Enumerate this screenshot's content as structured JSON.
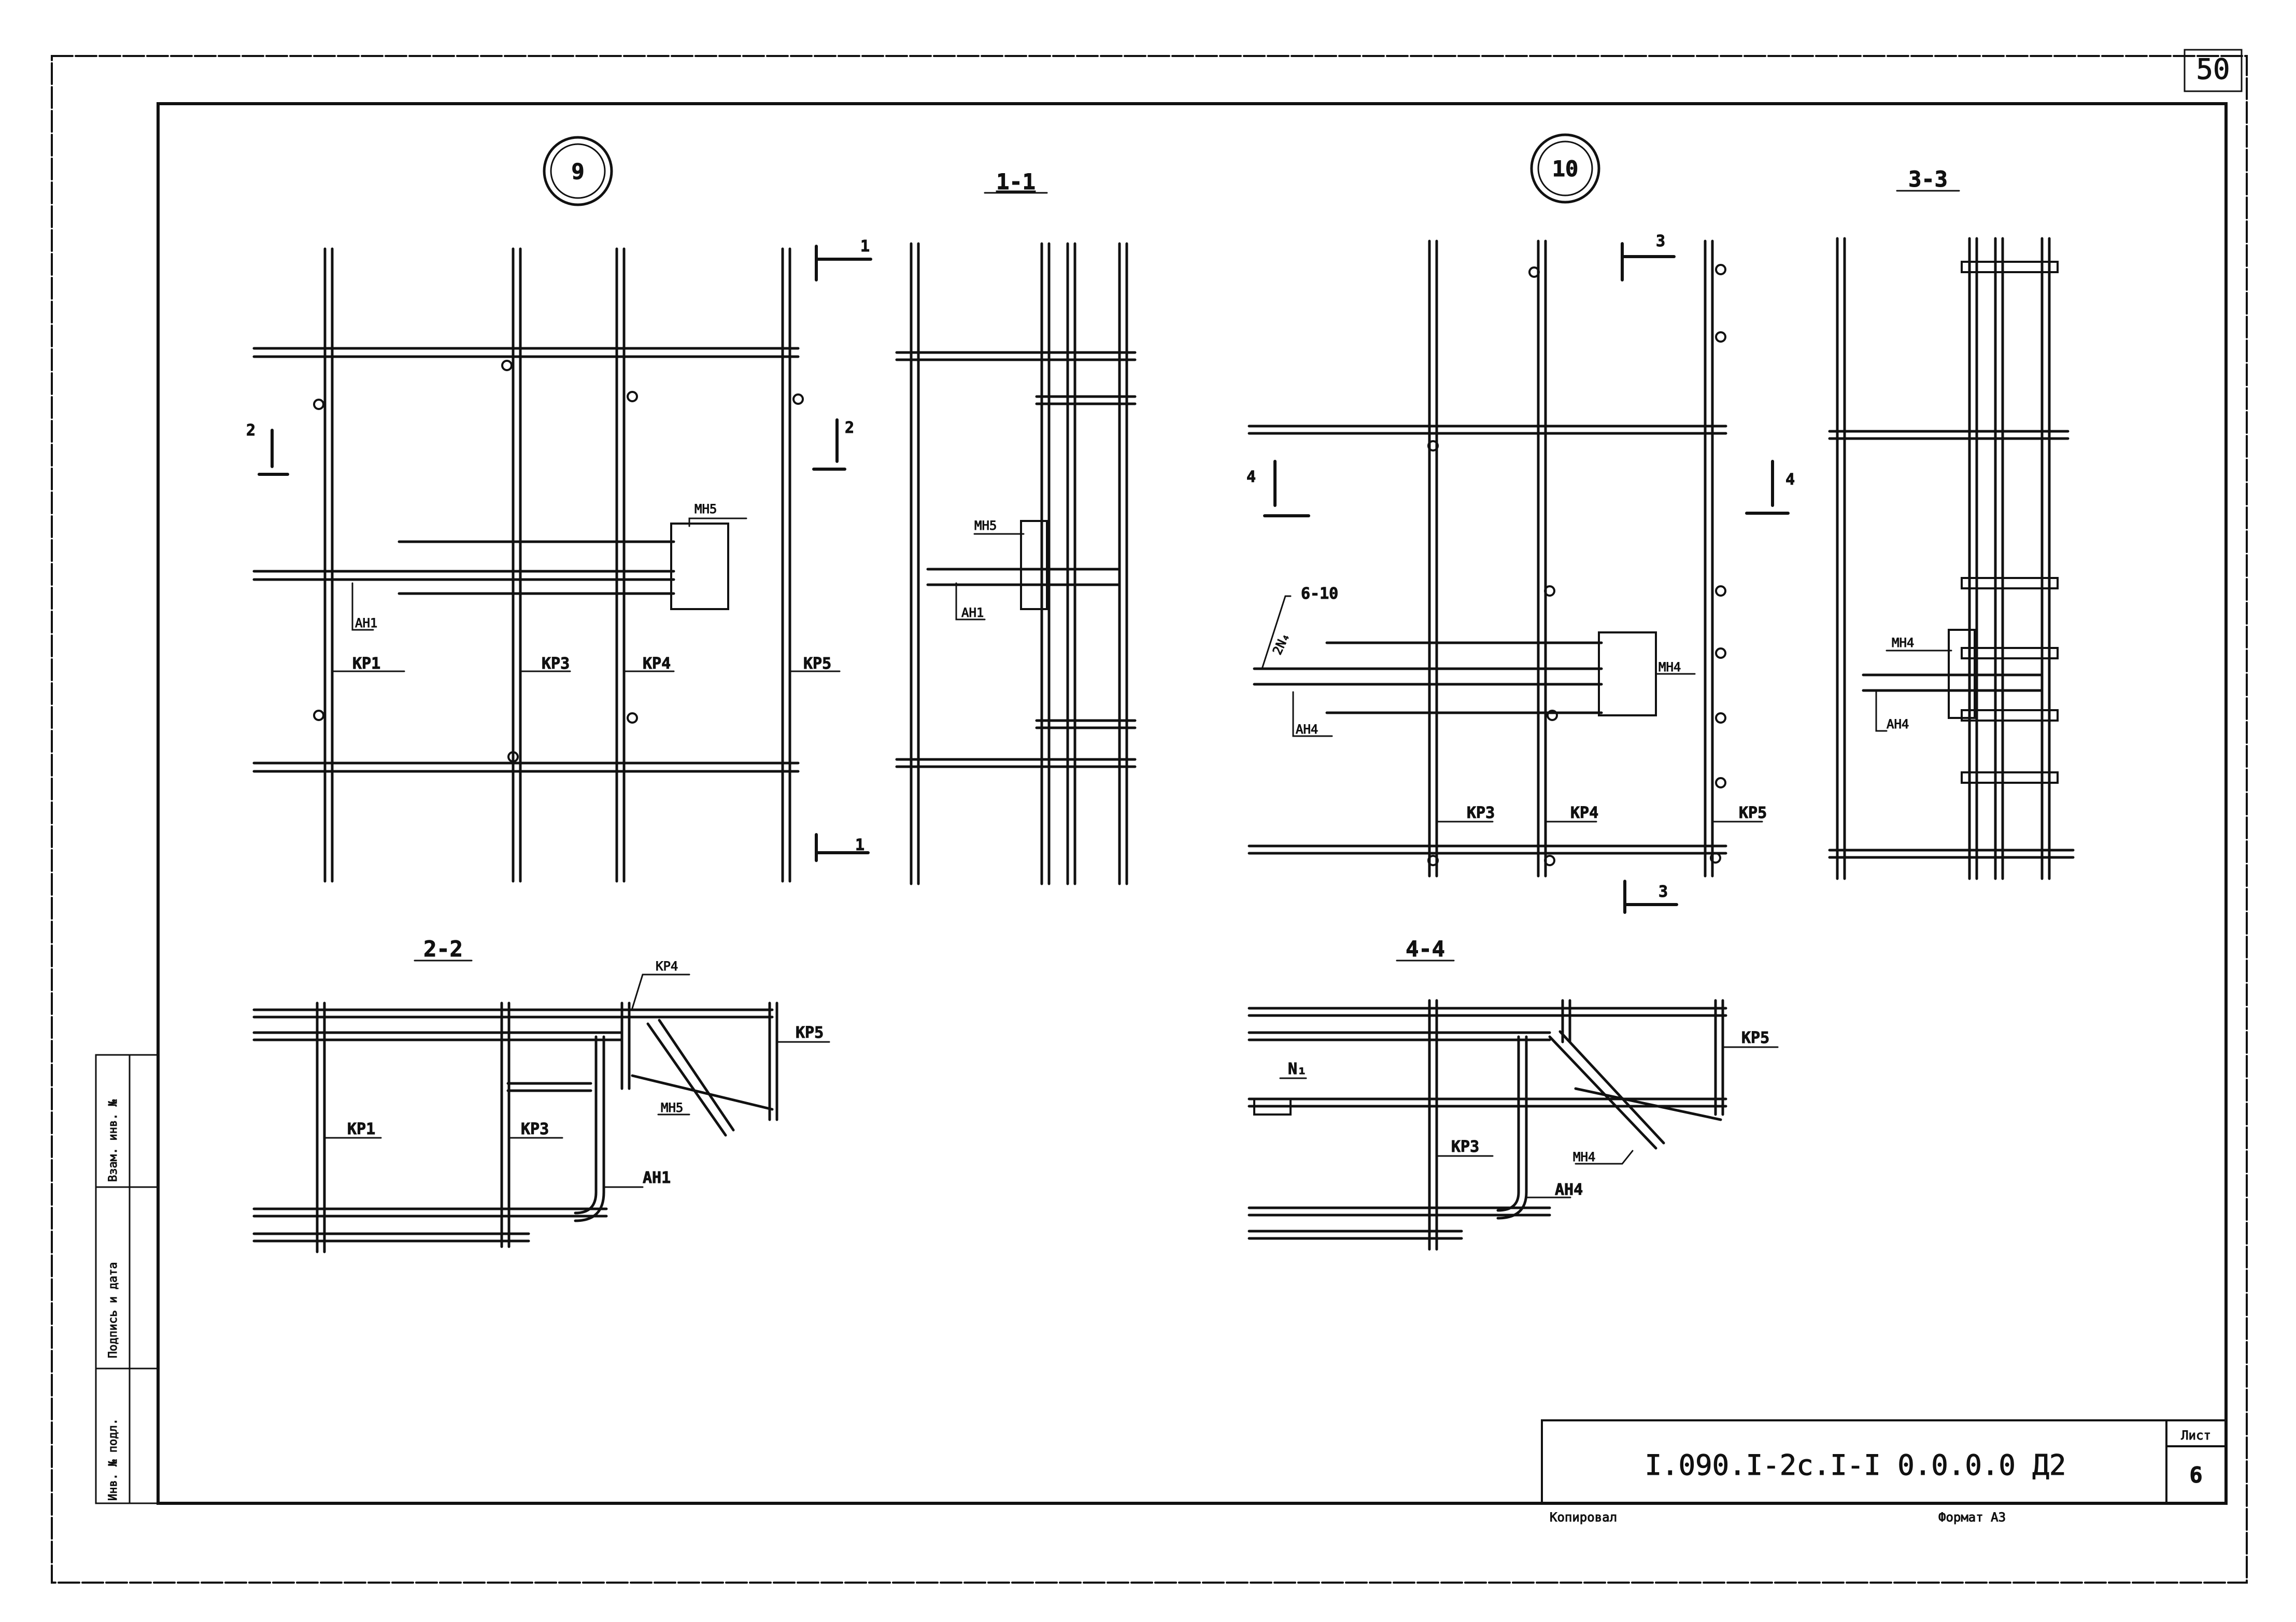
{
  "sheet": {
    "page_number": "50",
    "code": "I.090.I-2c.I-I 0.0.0.0 Д2",
    "list_label": "Лист",
    "list_number": "6",
    "copied_label": "Копировал",
    "format_label": "Формат А3",
    "side_labels": [
      "Инв. № подл.",
      "Подпись и дата",
      "Взам. инв. №"
    ]
  },
  "node_9": {
    "number": "9",
    "section_marks": [
      "1",
      "1",
      "2",
      "2"
    ],
    "labels": {
      "mn": "МН5",
      "an": "АН1",
      "kp1": "КР1",
      "kp3": "КР3",
      "kp4": "КР4",
      "kp5": "КР5"
    }
  },
  "section_1_1": {
    "title": "1-1",
    "labels": {
      "mn": "МН5",
      "an": "АН1"
    }
  },
  "node_10": {
    "number": "10",
    "section_marks": [
      "3",
      "3",
      "4",
      "4"
    ],
    "labels": {
      "weld": "6-10",
      "n": "2N₄",
      "mn": "МН4",
      "an": "АН4",
      "kp3": "КР3",
      "kp4": "КР4",
      "kp5": "КР5"
    }
  },
  "section_3_3": {
    "title": "3-3",
    "labels": {
      "mn": "МН4",
      "an": "АН4"
    }
  },
  "section_2_2": {
    "title": "2-2",
    "labels": {
      "kp4": "КР4",
      "kp5": "КР5",
      "mn": "МН5",
      "kp1": "КР1",
      "kp3": "КР3",
      "an": "АН1"
    }
  },
  "section_4_4": {
    "title": "4-4",
    "labels": {
      "n1": "N₁",
      "kp5": "КР5",
      "kp3": "КР3",
      "mn": "МН4",
      "an": "АН4"
    }
  }
}
